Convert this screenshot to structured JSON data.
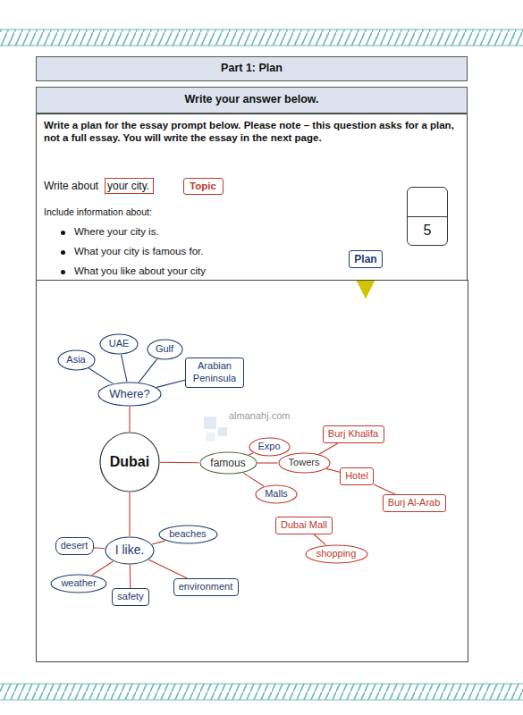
{
  "diagram": {
    "nodes": [
      {
        "text": [
          "Part 1: Plan"
        ]
      },
      {
        "text": [
          "Write your answer below."
        ]
      },
      {
        "text": [
          "Write a plan for the essay prompt below. Please note – this question asks for a plan, not a full essay. You will write the essay in the next page.",
          "Write about",
          "Include information about:",
          "Where your city is.",
          "What your city is famous for.",
          "What you like about your city"
        ]
      },
      {
        "text": [
          "your city."
        ],
        "in": 2
      },
      {
        "text": [
          "Topic"
        ],
        "in": 2
      },
      {
        "text": [
          "5"
        ],
        "in": 2
      },
      {
        "text": [
          "Plan"
        ],
        "in": 2
      },
      {
        "text": [
          "Dubai"
        ]
      },
      {
        "text": [
          "Where?"
        ]
      },
      {
        "text": [
          "Asia"
        ]
      },
      {
        "text": [
          "UAE"
        ]
      },
      {
        "text": [
          "Gulf"
        ]
      },
      {
        "text": [
          "Arabian Peninsula"
        ]
      },
      {
        "text": [
          "famous"
        ]
      },
      {
        "text": [
          "Expo"
        ]
      },
      {
        "text": [
          "Towers"
        ]
      },
      {
        "text": [
          "Burj Khalifa"
        ]
      },
      {
        "text": [
          "Hotel"
        ]
      },
      {
        "text": [
          "Burj Al-Arab"
        ]
      },
      {
        "text": [
          "Malls"
        ]
      },
      {
        "text": [
          "Dubai Mall"
        ]
      },
      {
        "text": [
          "shopping"
        ]
      },
      {
        "text": [
          "I like."
        ]
      },
      {
        "text": [
          "beaches"
        ]
      },
      {
        "text": [
          "desert"
        ]
      },
      {
        "text": [
          "weather"
        ]
      },
      {
        "text": [
          "safety"
        ]
      },
      {
        "text": [
          "environment"
        ]
      }
    ],
    "edges": [
      {
        "from": 4,
        "to": 3,
        "arrow": "to"
      },
      {
        "from": 7,
        "to": 8,
        "arrow": "none"
      },
      {
        "from": 8,
        "to": 9,
        "arrow": "none"
      },
      {
        "from": 8,
        "to": 10,
        "arrow": "none"
      },
      {
        "from": 8,
        "to": 11,
        "arrow": "none"
      },
      {
        "from": 8,
        "to": 12,
        "arrow": "none"
      },
      {
        "from": 7,
        "to": 13,
        "arrow": "none"
      },
      {
        "from": 13,
        "to": 14,
        "arrow": "none"
      },
      {
        "from": 13,
        "to": 15,
        "arrow": "none"
      },
      {
        "from": 15,
        "to": 16,
        "arrow": "none"
      },
      {
        "from": 15,
        "to": 17,
        "arrow": "none"
      },
      {
        "from": 17,
        "to": 18,
        "arrow": "none"
      },
      {
        "from": 13,
        "to": 19,
        "arrow": "none"
      },
      {
        "from": 20,
        "to": 21,
        "arrow": "none"
      },
      {
        "from": 7,
        "to": 22,
        "arrow": "none"
      },
      {
        "from": 22,
        "to": 23,
        "arrow": "none"
      },
      {
        "from": 22,
        "to": 24,
        "arrow": "none"
      },
      {
        "from": 22,
        "to": 25,
        "arrow": "none"
      },
      {
        "from": 22,
        "to": 26,
        "arrow": "none"
      },
      {
        "from": 22,
        "to": 27,
        "arrow": "none"
      }
    ],
    "labels": [
      "almanahj.com"
    ]
  }
}
